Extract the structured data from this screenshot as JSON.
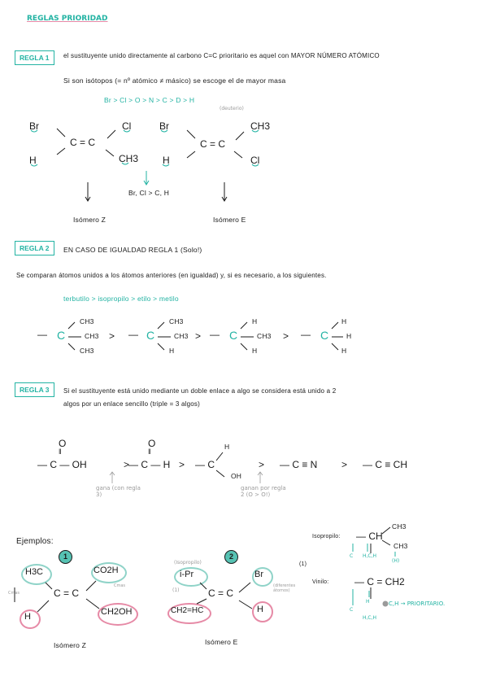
{
  "title": "REGLAS PRIORIDAD",
  "rule1": {
    "label": "REGLA 1",
    "text1": "el sustituyente unido directamente al carbono C=C prioritario es aquel con MAYOR NÚMERO ATÓMICO",
    "text2": "Si son isótopos (= nº atómico ≠ másico) se escoge el de mayor masa",
    "order": "Br > Cl > O > N > C > D > H",
    "order_note": "(deuterio)",
    "mol1": {
      "tl": "Br",
      "tr": "Cl",
      "bl": "H",
      "br": "CH3",
      "core": "C = C"
    },
    "mol2": {
      "tl": "Br",
      "tr": "CH3",
      "bl": "H",
      "br": "Cl",
      "core": "C = C"
    },
    "compare": "Br, Cl > C, H",
    "iso_z": "Isómero Z",
    "iso_e": "Isómero E"
  },
  "rule2": {
    "label": "REGLA 2",
    "heading": "EN CASO DE IGUALDAD REGLA 1 (Solo!)",
    "text": "Se comparan átomos unidos a los átomos anteriores (en igualdad) y, si es necesario, a los siguientes.",
    "order": "terbutilo > isopropilo > etilo > metilo",
    "groups": [
      {
        "core": "C",
        "subs": [
          "CH3",
          "CH3",
          "CH3"
        ]
      },
      {
        "core": "C",
        "subs": [
          "CH3",
          "CH3",
          "H"
        ]
      },
      {
        "core": "C",
        "subs": [
          "H",
          "CH3",
          "H"
        ]
      },
      {
        "core": "C",
        "subs": [
          "H",
          "H",
          "H"
        ]
      }
    ],
    "gt": ">"
  },
  "rule3": {
    "label": "REGLA 3",
    "text1": "Si el sustituyente está unido mediante un doble enlace a algo se considera está unido a 2",
    "text2": "algos por un enlace sencillo (triple = 3 algos)",
    "g1_top": "O",
    "g1": "— C — OH",
    "g2_top": "O",
    "g2": "— C — H",
    "g3_top": "H",
    "g3": "— C",
    "g3_bot": "OH",
    "g4": "— C ≡ N",
    "g5": "— C ≡ CH",
    "note1": "gana (con regla 3)",
    "note2": "ganan por regla 2 (O > O!)",
    "gt": ">"
  },
  "examples": {
    "heading": "Ejemplos:",
    "ex1": {
      "num": "1",
      "tl": "H3C",
      "tr": "CO2H",
      "bl": "H",
      "br": "CH2OH",
      "core": "C = C",
      "left_note": "Cmas",
      "right_note": "Cmas",
      "iso": "Isómero Z"
    },
    "ex2": {
      "num": "2",
      "tl": "i-Pr",
      "tr": "Br",
      "bl": "CH2=HC",
      "br": "H",
      "core": "C = C",
      "top_note": "(Isopropilo)",
      "mark": "(1)",
      "right_note": "(diferentes átomos)",
      "iso": "Isómero E"
    },
    "iso_label": "Isopropilo:",
    "iso_group": "— CH",
    "iso_subs": [
      "CH3",
      "CH3"
    ],
    "iso_atoms": [
      "C",
      "H,C,H",
      "(H)"
    ],
    "mark2": "(1)",
    "vin_label": "Vinilo:",
    "vin_group": "— C = CH2",
    "vin_atoms": [
      "C",
      "H",
      "H,C,H"
    ],
    "vin_result": "C,H → PRIORITARIO."
  }
}
